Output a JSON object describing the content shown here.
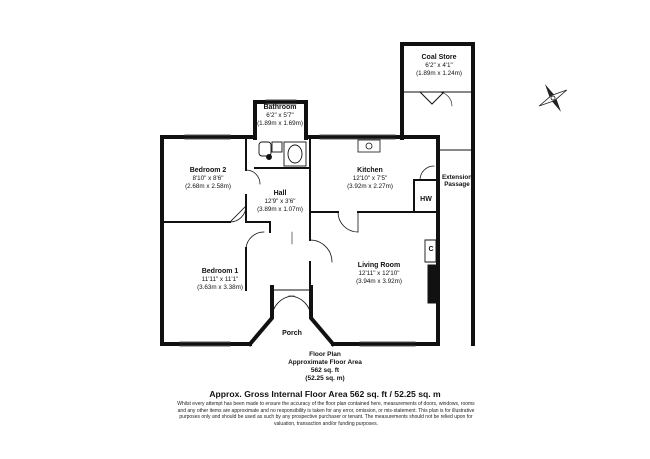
{
  "rooms": {
    "coal_store": {
      "name": "Coal Store",
      "dims_imperial": "6'2\" x 4'1\"",
      "dims_metric": "(1.89m x 1.24m)"
    },
    "bathroom": {
      "name": "Bathroom",
      "dims_imperial": "6'2\" x 5'7\"",
      "dims_metric": "(1.89m x 1.69m)"
    },
    "bedroom2": {
      "name": "Bedroom 2",
      "dims_imperial": "8'10\" x 8'6\"",
      "dims_metric": "(2.68m x 2.58m)"
    },
    "kitchen": {
      "name": "Kitchen",
      "dims_imperial": "12'10\" x 7'5\"",
      "dims_metric": "(3.92m x 2.27m)"
    },
    "hall": {
      "name": "Hall",
      "dims_imperial": "12'9\" x 3'6\"",
      "dims_metric": "(3.89m x 1.07m)"
    },
    "bedroom1": {
      "name": "Bedroom 1",
      "dims_imperial": "11'11\" x 11'1\"",
      "dims_metric": "(3.63m x 3.38m)"
    },
    "living_room": {
      "name": "Living Room",
      "dims_imperial": "12'11\" x 12'10\"",
      "dims_metric": "(3.94m x 3.92m)"
    },
    "porch": {
      "name": "Porch"
    },
    "extension_passage": {
      "line1": "Extension",
      "line2": "Passage"
    },
    "hw": "HW",
    "cupboard": "C"
  },
  "caption": {
    "line1": "Floor Plan",
    "line2": "Approximate Floor Area",
    "line3": "562 sq. ft",
    "line4": "(52.25 sq. m)"
  },
  "gross_area": "Approx. Gross Internal Floor Area 562 sq. ft / 52.25 sq. m",
  "disclaimer": "Whilst every attempt has been made to ensure the accuracy of the floor plan contained here, measurements of doors, windows, rooms and any other items are approximate and no responsibility is taken for any error, omission, or mis-statement. This plan is for illustrative purposes only and should be used as such by any prospective purchaser or tenant. The measurements should not be relied upon for valuation, transaction and/or funding purposes."
}
